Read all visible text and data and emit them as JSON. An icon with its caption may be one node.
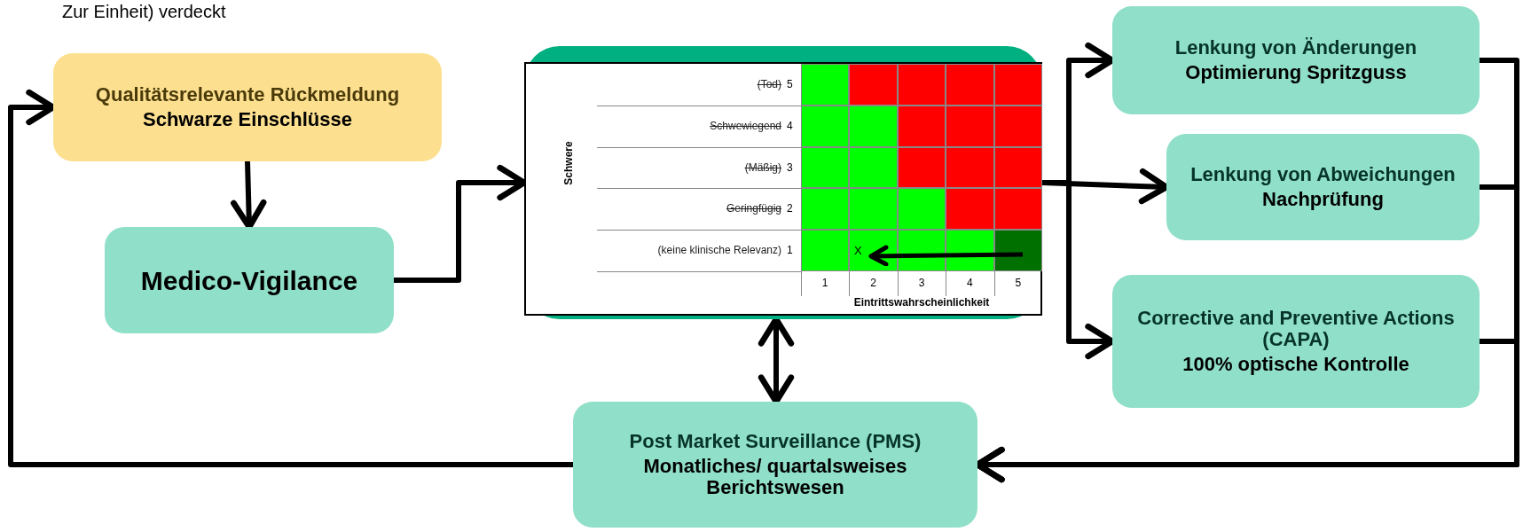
{
  "diagram": {
    "nodes": [
      {
        "text": [
          "Qualitätsrelevante Rückmeldung",
          "Schwarze Einschlüsse"
        ]
      },
      {
        "text": [
          "Medico-Vigilance"
        ]
      },
      {
        "text": [],
        "shape": "box"
      },
      {
        "text": [
          "Lenkung von Änderungen",
          "Optimierung Spritzguss"
        ]
      },
      {
        "text": [
          "Lenkung von Abweichungen",
          "Nachprüfung"
        ]
      },
      {
        "text": [
          "Corrective and Preventive Actions (CAPA)",
          "100% optische Kontrolle"
        ]
      },
      {
        "text": [
          "Post Market Surveillance (PMS)",
          "Monatliches/ quartalsweises Berichtswesen"
        ]
      }
    ],
    "edges": [
      {
        "from": 0,
        "to": 1,
        "arrow": "to"
      },
      {
        "from": 1,
        "to": 2,
        "arrow": "to"
      },
      {
        "from": 2,
        "to": 3,
        "arrow": "to"
      },
      {
        "from": 2,
        "to": 4,
        "arrow": "to"
      },
      {
        "from": 2,
        "to": 5,
        "arrow": "to"
      },
      {
        "from": 2,
        "to": 6,
        "arrow": "both"
      },
      {
        "from": 3,
        "to": 6,
        "arrow": "to"
      },
      {
        "from": 4,
        "to": 6,
        "arrow": "to"
      },
      {
        "from": 5,
        "to": 6,
        "arrow": "to"
      },
      {
        "from": 6,
        "to": 0,
        "arrow": "to"
      }
    ],
    "labels": [
      "Zur Einheit) verdeckt",
      "Schwere",
      "(Tod)",
      "5",
      "Schwewiegend",
      "4",
      "(Mäßig)",
      "3",
      "Geringfügig",
      "2",
      "(keine klinische Relevanz)",
      "1",
      "X",
      "1",
      "2",
      "3",
      "4",
      "5",
      "Eintrittswahrscheinlichkeit"
    ]
  }
}
